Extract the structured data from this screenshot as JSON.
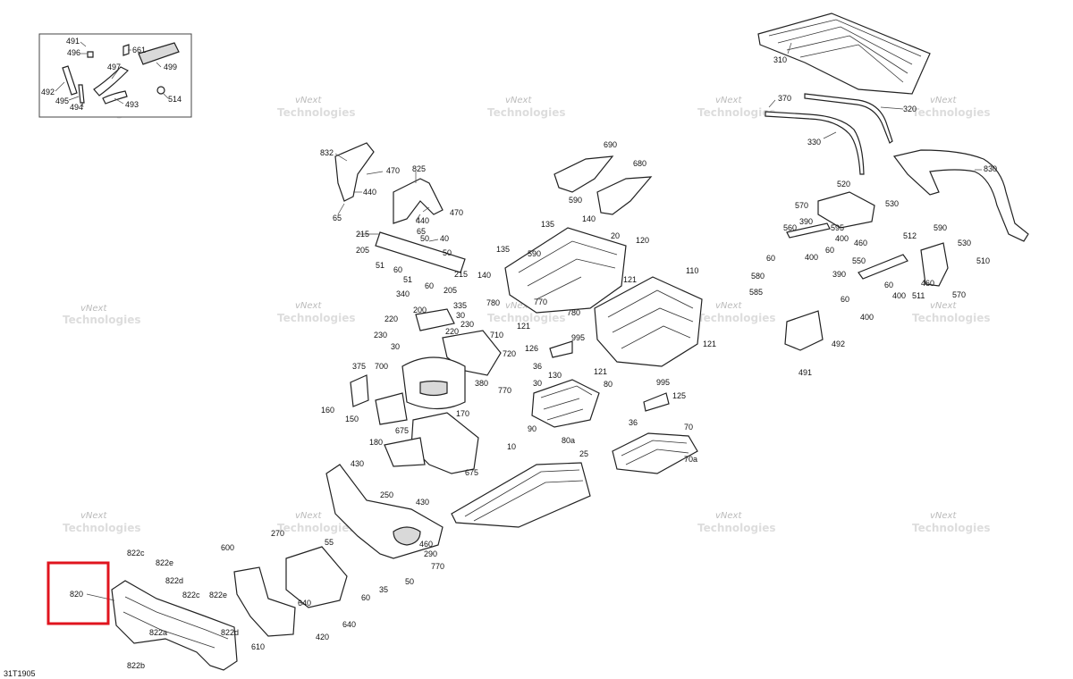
{
  "diagram_ref": "31T1905",
  "watermark": {
    "line1": "vNext",
    "line2": "Technologies"
  },
  "highlighted_part": "820",
  "labels": {
    "p491": "491",
    "p496": "496",
    "p661": "661",
    "p497": "497",
    "p499": "499",
    "p492": "492",
    "p495": "495",
    "p494": "494",
    "p493": "493",
    "p514": "514",
    "p310": "310",
    "p370": "370",
    "p320": "320",
    "p330": "330",
    "p830": "830",
    "p832": "832",
    "p470a": "470",
    "p440a": "440",
    "p65a": "65",
    "p825": "825",
    "p440b": "440",
    "p65b": "65",
    "p470b": "470",
    "p215a": "215",
    "p40": "40",
    "p205a": "205",
    "p50a": "50",
    "p50b": "50",
    "p51a": "51",
    "p60a": "60",
    "p51b": "51",
    "p215b": "215",
    "p60b": "60",
    "p205b": "205",
    "p340": "340",
    "p335": "335",
    "p200": "200",
    "p30a": "30",
    "p220a": "220",
    "p230a": "230",
    "p220b": "220",
    "p230b": "230",
    "p30b": "30",
    "p710": "710",
    "p375": "375",
    "p700": "700",
    "p720": "720",
    "p380": "380",
    "p770a": "770",
    "p160": "160",
    "p150": "150",
    "p170": "170",
    "p675a": "675",
    "p180": "180",
    "p675b": "675",
    "p690": "690",
    "p680": "680",
    "p590a": "590",
    "p135a": "135",
    "p140a": "140",
    "p20": "20",
    "p120": "120",
    "p135b": "135",
    "p590b": "590",
    "p140b": "140",
    "p110": "110",
    "p121a": "121",
    "p780a": "780",
    "p770b": "770",
    "p121b": "121",
    "p780b": "780",
    "p995a": "995",
    "p126": "126",
    "p36a": "36",
    "p121c": "121",
    "p121d": "121",
    "p130": "130",
    "p30c": "30",
    "p80": "80",
    "p995b": "995",
    "p125": "125",
    "p36b": "36",
    "p90": "90",
    "p80a": "80a",
    "p70": "70",
    "p70a": "70a",
    "p10": "10",
    "p25": "25",
    "p430a": "430",
    "p250": "250",
    "p430b": "430",
    "p460a": "460",
    "p270": "270",
    "p55": "55",
    "p290": "290",
    "p770c": "770",
    "p35": "35",
    "p50c": "50",
    "p60c": "60",
    "p640a": "640",
    "p640b": "640",
    "p420": "420",
    "p600": "600",
    "p610": "610",
    "p820": "820",
    "p822c1": "822c",
    "p822e1": "822e",
    "p822d1": "822d",
    "p822c2": "822c",
    "p822e2": "822e",
    "p822a": "822a",
    "p822d2": "822d",
    "p822b": "822b",
    "p520": "520",
    "p570a": "570",
    "p530a": "530",
    "p560": "560",
    "p390a": "390",
    "p595": "595",
    "p400a": "400",
    "p460b": "460",
    "p60d": "60",
    "p400b": "400",
    "p590c": "590",
    "p512": "512",
    "p530b": "530",
    "p510": "510",
    "p550": "550",
    "p390b": "390",
    "p60e": "60",
    "p400c": "400",
    "p511": "511",
    "p460c": "460",
    "p570b": "570",
    "p580": "580",
    "p585": "585",
    "p60f": "60",
    "p400d": "400",
    "p492b": "492",
    "p491b": "491"
  }
}
